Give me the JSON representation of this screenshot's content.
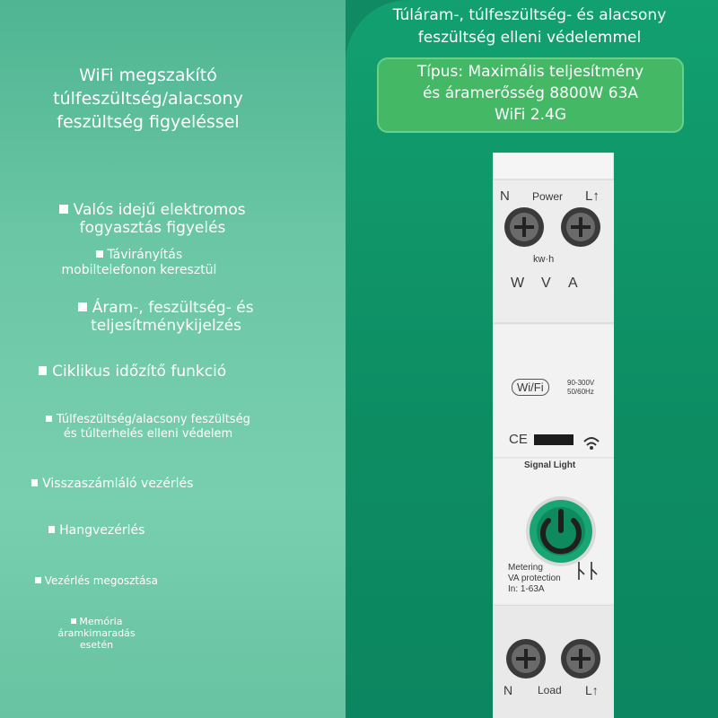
{
  "left": {
    "title_lines": [
      "WiFi megszakító",
      "túlfeszültség/alacsony",
      "feszültség figyeléssel"
    ],
    "features": [
      [
        "Valós idejű elektromos",
        "fogyasztás figyelés"
      ],
      [
        "Távirányítás",
        "mobiltelefonon keresztül"
      ],
      [
        "Áram-, feszültség- és",
        "teljesítménykijelzés"
      ],
      [
        "Ciklikus időzítő funkció"
      ],
      [
        "Túlfeszültség/alacsony feszültség",
        "és túlterhelés elleni védelem"
      ],
      [
        "Visszaszámláló vezérlés"
      ],
      [
        "Hangvezérlés"
      ],
      [
        "Vezérlés megosztása"
      ],
      [
        "Memória",
        "áramkimaradás",
        "esetén"
      ]
    ]
  },
  "right": {
    "header_lines": [
      "Túláram-, túlfeszültség- és alacsony",
      "feszültség elleni védelemmel"
    ],
    "type_lines": [
      "Típus: Maximális teljesítmény",
      "és áramerősség 8800W 63A",
      "WiFi 2.4G"
    ]
  },
  "device": {
    "top_n": "N",
    "top_power": "Power",
    "top_l": "L↑",
    "kwh": "kw·h",
    "w": "W",
    "v": "V",
    "a": "A",
    "wifi_logo": "Wi/Fi",
    "voltage": "90-300V",
    "freq": "50/60Hz",
    "ce": "CE",
    "signal_light": "Signal Light",
    "metering": "Metering",
    "va_protection": "VA protection",
    "current": "In: 1-63A",
    "bottom_n": "N",
    "bottom_load": "Load",
    "bottom_l": "L↑"
  },
  "colors": {
    "panel_left": "#6cc7a6",
    "panel_right": "#0d8c62",
    "type_box": "#45b866",
    "power_ring": "#19a574"
  }
}
